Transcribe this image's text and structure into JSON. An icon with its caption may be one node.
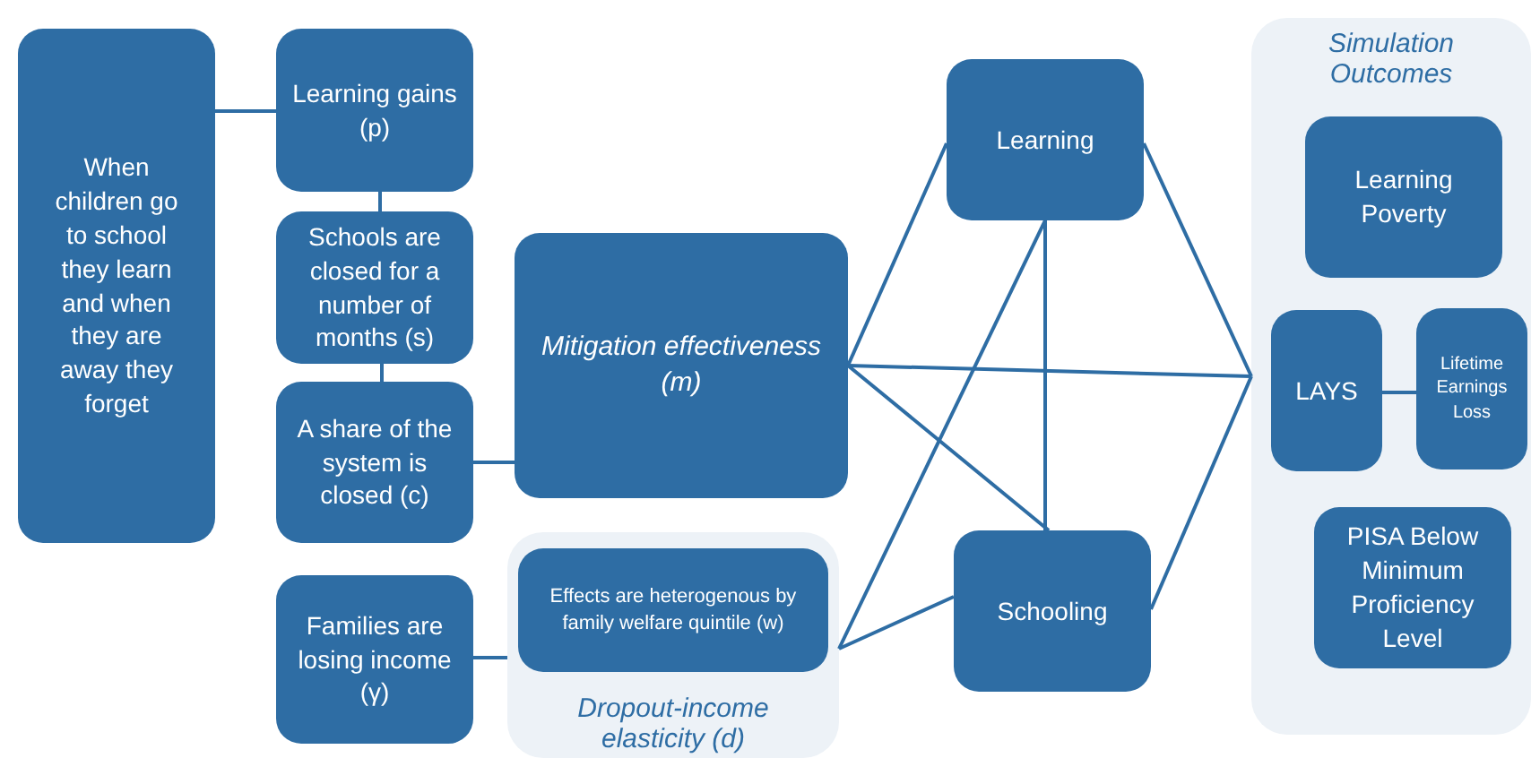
{
  "diagram": {
    "nodes": [
      {
        "text": [
          "When children go to school they learn and when they are away they forget"
        ]
      },
      {
        "text": [
          "Learning gains (p)"
        ]
      },
      {
        "text": [
          "Schools are closed for a number of months (s)"
        ]
      },
      {
        "text": [
          "A share of the system is closed (c)"
        ]
      },
      {
        "text": [
          "Mitigation effectiveness (m)"
        ]
      },
      {
        "text": [
          "Families are losing income (γ)"
        ]
      },
      {
        "text": [
          "Dropout-income elasticity (d)"
        ]
      },
      {
        "text": [
          "Effects are heterogenous by family welfare quintile (w)"
        ],
        "in": 6
      },
      {
        "text": [
          "Learning"
        ]
      },
      {
        "text": [
          "Schooling"
        ]
      },
      {
        "text": [
          "Simulation Outcomes"
        ]
      },
      {
        "text": [
          "Learning Poverty"
        ],
        "in": 10
      },
      {
        "text": [
          "LAYS"
        ],
        "in": 10
      },
      {
        "text": [
          "Lifetime Earnings Loss"
        ],
        "in": 10
      },
      {
        "text": [
          "PISA Below Minimum Proficiency Level"
        ],
        "in": 10
      }
    ],
    "edges": [
      {
        "from": 0,
        "to": 1,
        "arrow": "none"
      },
      {
        "from": 1,
        "to": 2,
        "arrow": "none"
      },
      {
        "from": 2,
        "to": 3,
        "arrow": "none"
      },
      {
        "from": 3,
        "to": 4,
        "arrow": "none"
      },
      {
        "from": 5,
        "to": 6,
        "arrow": "none"
      },
      {
        "from": 4,
        "to": 8,
        "arrow": "none"
      },
      {
        "from": 4,
        "to": 9,
        "arrow": "none"
      },
      {
        "from": 4,
        "to": 10,
        "arrow": "none"
      },
      {
        "from": 6,
        "to": 8,
        "arrow": "none"
      },
      {
        "from": 6,
        "to": 9,
        "arrow": "none"
      },
      {
        "from": 8,
        "to": 9,
        "arrow": "none"
      },
      {
        "from": 8,
        "to": 10,
        "arrow": "none"
      },
      {
        "from": 9,
        "to": 10,
        "arrow": "none"
      },
      {
        "from": 12,
        "to": 13,
        "arrow": "none"
      }
    ]
  }
}
